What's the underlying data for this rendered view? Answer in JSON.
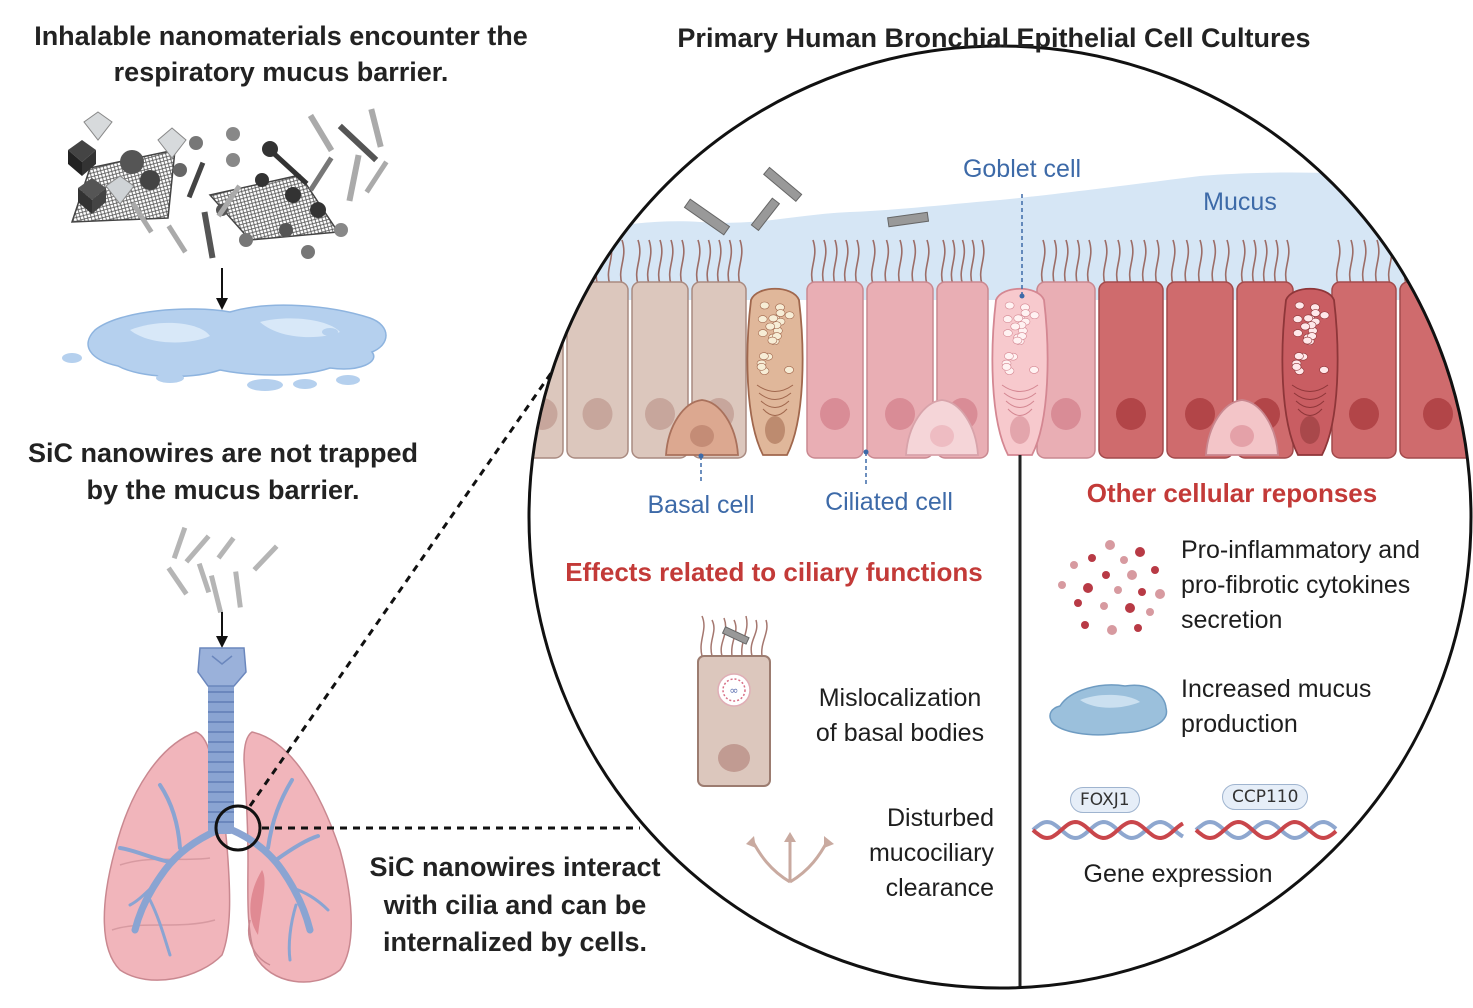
{
  "top_left": {
    "caption_line1": "Inhalable nanomaterials encounter the",
    "caption_line2": "respiratory mucus barrier."
  },
  "middle_left": {
    "caption_line1": "SiC nanowires are not trapped",
    "caption_line2": "by the mucus barrier."
  },
  "bottom_left": {
    "caption_line1": "SiC nanowires interact",
    "caption_line2": "with cilia and can be",
    "caption_line3": "internalized by cells."
  },
  "panel_title": "Primary Human Bronchial Epithelial Cell Cultures",
  "epithelium_labels": {
    "goblet": "Goblet cell",
    "mucus": "Mucus",
    "basal": "Basal cell",
    "ciliated": "Ciliated cell"
  },
  "ciliary_section": {
    "heading": "Effects related to ciliary functions",
    "item1_line1": "Mislocalization",
    "item1_line2": "of basal bodies",
    "item2_line1": "Disturbed",
    "item2_line2": "mucociliary",
    "item2_line3": "clearance"
  },
  "other_section": {
    "heading": "Other cellular reponses",
    "item1_line1": "Pro-inflammatory and",
    "item1_line2": "pro-fibrotic cytokines",
    "item1_line3": "secretion",
    "item2_line1": "Increased mucus",
    "item2_line2": "production",
    "gene1": "FOXJ1",
    "gene2": "CCP110",
    "gene_caption": "Gene expression"
  },
  "colors": {
    "title_text": "#222222",
    "label_blue": "#3d6aa8",
    "heading_red": "#c33a38",
    "mucus_blue": "#d6e6f5",
    "cell_beige": "#dcc7bd",
    "cell_pink": "#e7a9ae",
    "cell_red": "#cf6f6f",
    "lung_pink": "#f1b5bb",
    "trachea_blue": "#8aa4d2"
  }
}
